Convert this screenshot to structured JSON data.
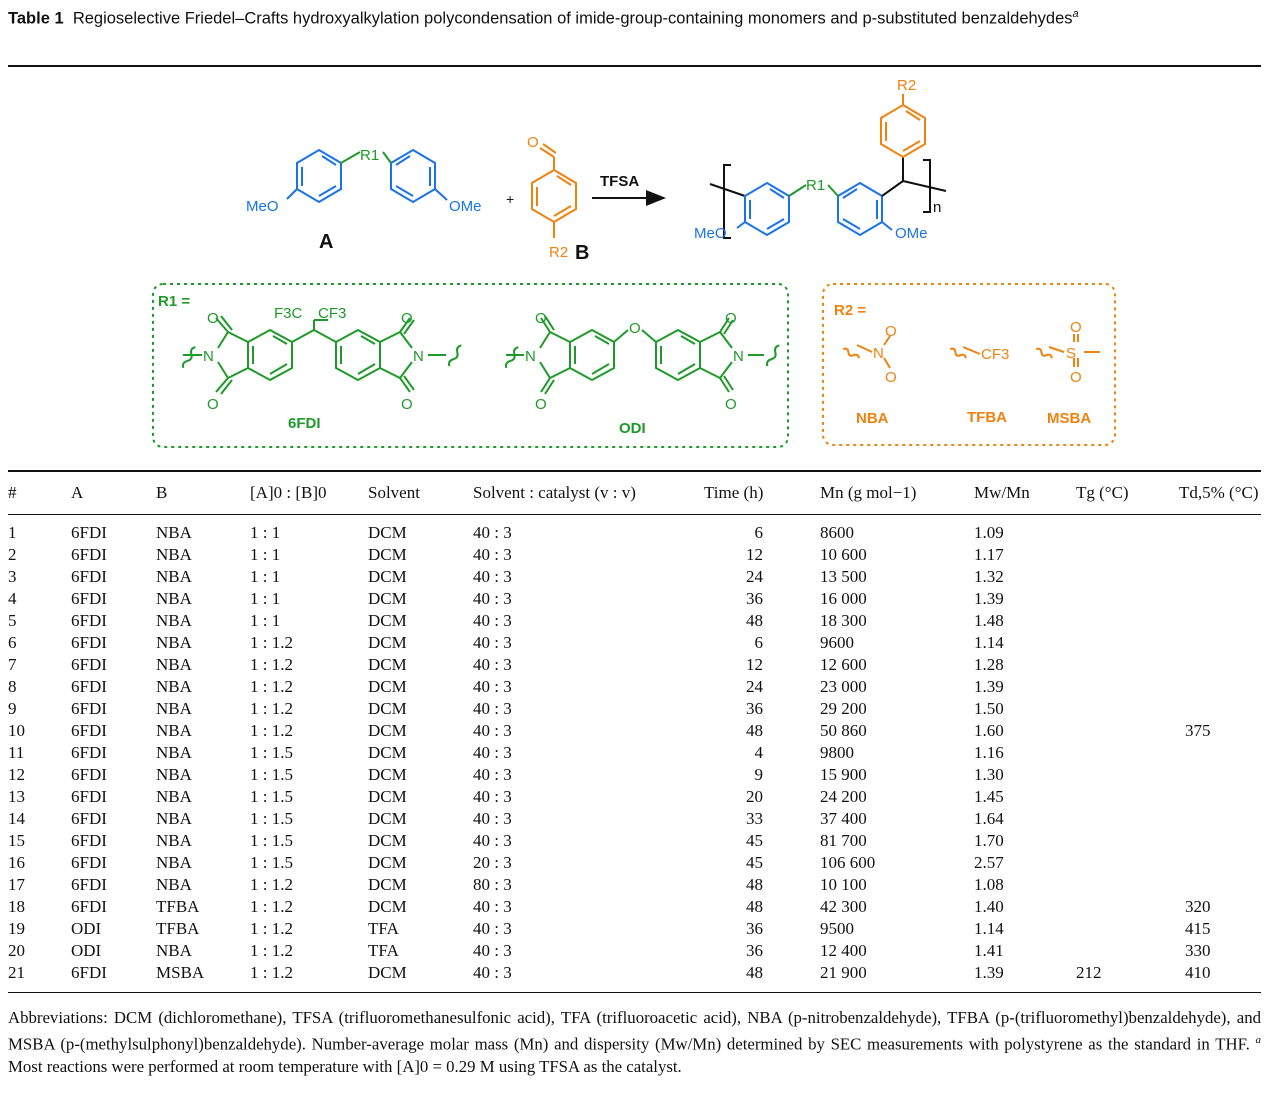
{
  "caption": {
    "label": "Table 1",
    "text": "Regioselective Friedel–Crafts hydroxyalkylation polycondensation of imide-group-containing monomers and p-substituted benzaldehydes",
    "footnote_mark": "a"
  },
  "scheme": {
    "monomer_a_label": "A",
    "monomer_b_label": "B",
    "reagent": "TFSA",
    "meo": "MeO",
    "ome": "OMe",
    "r1": "R1",
    "r2": "R2",
    "plus": "+",
    "subscript_n": "n",
    "r1_box_title": "R1 =",
    "r2_box_title": "R2 =",
    "group_6fdi": "6FDI",
    "group_odi": "ODI",
    "group_nba": "NBA",
    "group_tfba": "TFBA",
    "group_msba": "MSBA",
    "cf3": "CF3",
    "f3c": "F3C",
    "atom_o": "O",
    "atom_n": "N",
    "atom_s": "S",
    "colors": {
      "blue": "#1a73e8",
      "green": "#1f9a2a",
      "orange": "#f0820f"
    }
  },
  "table": {
    "headers": [
      "#",
      "A",
      "B",
      "[A]0 : [B]0",
      "Solvent",
      "Solvent : catalyst (v : v)",
      "Time (h)",
      "Mn (g mol−1)",
      "Mw/Mn",
      "Tg (°C)",
      "Td,5% (°C)"
    ],
    "rows": [
      [
        "1",
        "6FDI",
        "NBA",
        "1 : 1",
        "DCM",
        "40 : 3",
        "6",
        "8600",
        "1.09",
        "",
        ""
      ],
      [
        "2",
        "6FDI",
        "NBA",
        "1 : 1",
        "DCM",
        "40 : 3",
        "12",
        "10 600",
        "1.17",
        "",
        ""
      ],
      [
        "3",
        "6FDI",
        "NBA",
        "1 : 1",
        "DCM",
        "40 : 3",
        "24",
        "13 500",
        "1.32",
        "",
        ""
      ],
      [
        "4",
        "6FDI",
        "NBA",
        "1 : 1",
        "DCM",
        "40 : 3",
        "36",
        "16 000",
        "1.39",
        "",
        ""
      ],
      [
        "5",
        "6FDI",
        "NBA",
        "1 : 1",
        "DCM",
        "40 : 3",
        "48",
        "18 300",
        "1.48",
        "",
        ""
      ],
      [
        "6",
        "6FDI",
        "NBA",
        "1 : 1.2",
        "DCM",
        "40 : 3",
        "6",
        "9600",
        "1.14",
        "",
        ""
      ],
      [
        "7",
        "6FDI",
        "NBA",
        "1 : 1.2",
        "DCM",
        "40 : 3",
        "12",
        "12 600",
        "1.28",
        "",
        ""
      ],
      [
        "8",
        "6FDI",
        "NBA",
        "1 : 1.2",
        "DCM",
        "40 : 3",
        "24",
        "23 000",
        "1.39",
        "",
        ""
      ],
      [
        "9",
        "6FDI",
        "NBA",
        "1 : 1.2",
        "DCM",
        "40 : 3",
        "36",
        "29 200",
        "1.50",
        "",
        ""
      ],
      [
        "10",
        "6FDI",
        "NBA",
        "1 : 1.2",
        "DCM",
        "40 : 3",
        "48",
        "50 860",
        "1.60",
        "",
        "375"
      ],
      [
        "11",
        "6FDI",
        "NBA",
        "1 : 1.5",
        "DCM",
        "40 : 3",
        "4",
        "9800",
        "1.16",
        "",
        ""
      ],
      [
        "12",
        "6FDI",
        "NBA",
        "1 : 1.5",
        "DCM",
        "40 : 3",
        "9",
        "15 900",
        "1.30",
        "",
        ""
      ],
      [
        "13",
        "6FDI",
        "NBA",
        "1 : 1.5",
        "DCM",
        "40 : 3",
        "20",
        "24 200",
        "1.45",
        "",
        ""
      ],
      [
        "14",
        "6FDI",
        "NBA",
        "1 : 1.5",
        "DCM",
        "40 : 3",
        "33",
        "37 400",
        "1.64",
        "",
        ""
      ],
      [
        "15",
        "6FDI",
        "NBA",
        "1 : 1.5",
        "DCM",
        "40 : 3",
        "45",
        "81 700",
        "1.70",
        "",
        ""
      ],
      [
        "16",
        "6FDI",
        "NBA",
        "1 : 1.5",
        "DCM",
        "20 : 3",
        "45",
        "106 600",
        "2.57",
        "",
        ""
      ],
      [
        "17",
        "6FDI",
        "NBA",
        "1 : 1.2",
        "DCM",
        "80 : 3",
        "48",
        "10 100",
        "1.08",
        "",
        ""
      ],
      [
        "18",
        "6FDI",
        "TFBA",
        "1 : 1.2",
        "DCM",
        "40 : 3",
        "48",
        "42 300",
        "1.40",
        "",
        "320"
      ],
      [
        "19",
        "ODI",
        "TFBA",
        "1 : 1.2",
        "TFA",
        "40 : 3",
        "36",
        "9500",
        "1.14",
        "",
        "415"
      ],
      [
        "20",
        "ODI",
        "NBA",
        "1 : 1.2",
        "TFA",
        "40 : 3",
        "36",
        "12 400",
        "1.41",
        "",
        "330"
      ],
      [
        "21",
        "6FDI",
        "MSBA",
        "1 : 1.2",
        "DCM",
        "40 : 3",
        "48",
        "21 900",
        "1.39",
        "212",
        "410"
      ]
    ]
  },
  "footnote": {
    "abbreviations": "Abbreviations: DCM (dichloromethane), TFSA (trifluoromethanesulfonic acid), TFA (trifluoroacetic acid), NBA (p-nitrobenzaldehyde), TFBA (p-(trifluoromethyl)benzaldehyde), and MSBA (p-(methylsulphonyl)benzaldehyde). Number-average molar mass (Mn) and dispersity (Mw/Mn) determined by SEC measurements with polystyrene as the standard in THF.",
    "mark": "a",
    "note": "Most reactions were performed at room temperature with [A]0 = 0.29 M using TFSA as the catalyst."
  }
}
